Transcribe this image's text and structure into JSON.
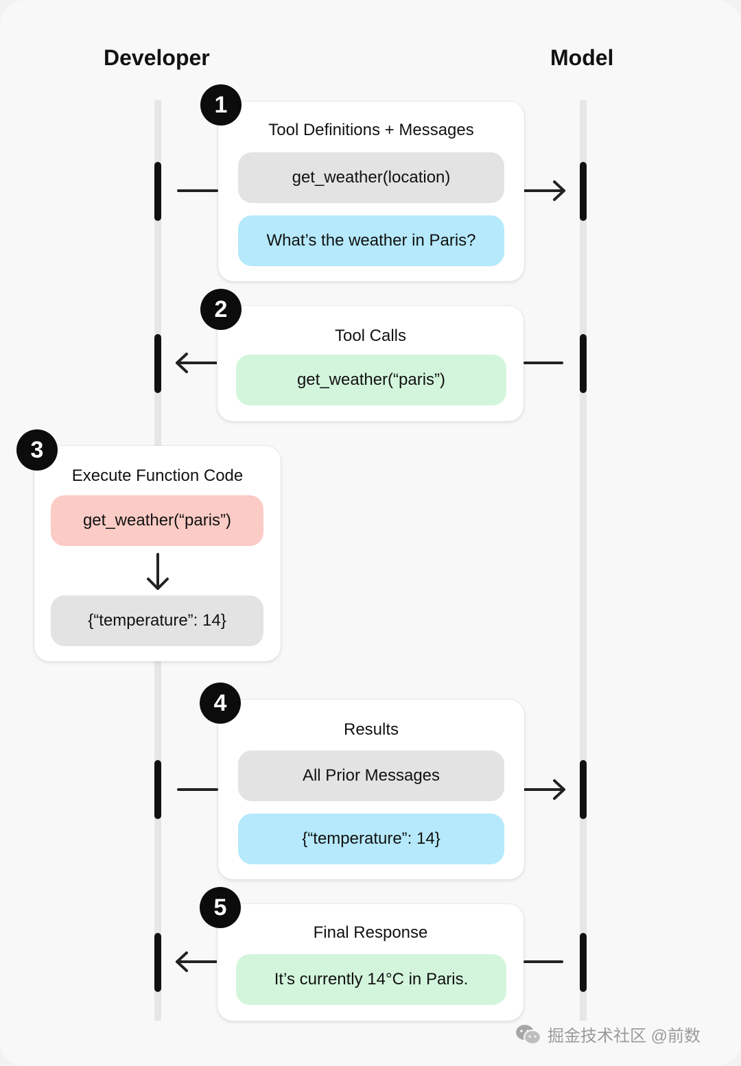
{
  "lanes": {
    "left": "Developer",
    "right": "Model"
  },
  "steps": [
    {
      "number": "1",
      "title": "Tool Definitions + Messages",
      "items": [
        {
          "text": "get_weather(location)",
          "color": "gray"
        },
        {
          "text": "What’s the weather in Paris?",
          "color": "blue"
        }
      ],
      "direction": "to-model"
    },
    {
      "number": "2",
      "title": "Tool Calls",
      "items": [
        {
          "text": "get_weather(“paris”)",
          "color": "green"
        }
      ],
      "direction": "to-developer"
    },
    {
      "number": "3",
      "title": "Execute Function Code",
      "items": [
        {
          "text": "get_weather(“paris”)",
          "color": "red"
        },
        {
          "text": "{“temperature”: 14}",
          "color": "gray"
        }
      ],
      "direction": "local"
    },
    {
      "number": "4",
      "title": "Results",
      "items": [
        {
          "text": "All Prior Messages",
          "color": "gray"
        },
        {
          "text": "{“temperature”: 14}",
          "color": "blue"
        }
      ],
      "direction": "to-model"
    },
    {
      "number": "5",
      "title": "Final Response",
      "items": [
        {
          "text": "It’s currently 14°C in Paris.",
          "color": "green"
        }
      ],
      "direction": "to-developer"
    }
  ],
  "colors": {
    "gray": "#e3e3e3",
    "blue": "#b5e9fb",
    "green": "#d3f5dc",
    "red": "#fbcbc6",
    "badge": "#0c0c0c"
  },
  "watermark": {
    "text": "掘金技术社区 @前数",
    "icon": "wechat-icon"
  }
}
